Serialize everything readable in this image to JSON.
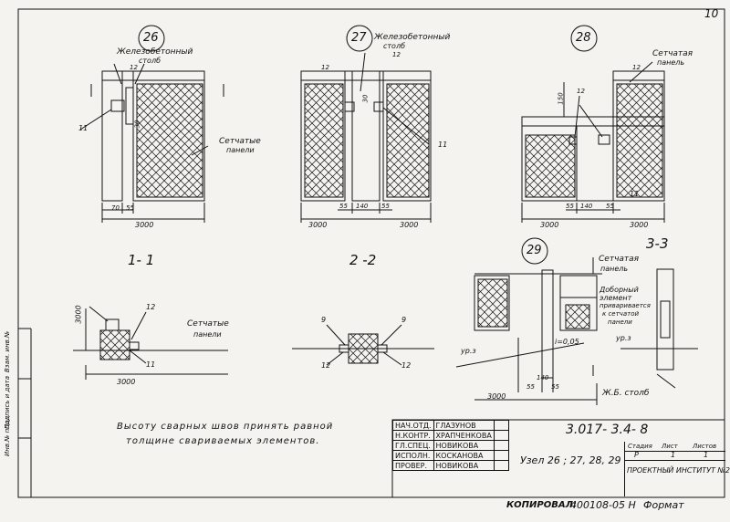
{
  "sheet": {
    "number": "10",
    "copied_label": "КОПИРОВАЛ:",
    "copied_value": "400108-05 Н",
    "format_label": "Формат"
  },
  "details": [
    {
      "id": "d26",
      "number": "26"
    },
    {
      "id": "d27",
      "number": "27"
    },
    {
      "id": "d28",
      "number": "28"
    },
    {
      "id": "d29",
      "number": "29"
    }
  ],
  "labels": {
    "rc_column_1": "Железобетонный",
    "rc_column_1b": "столб",
    "rc_column_2": "Железобетонный",
    "rc_column_2b": "столб",
    "mesh_panel_28": "Сетчатая",
    "mesh_panel_28b": "панель",
    "mesh_panels": "Сетчатые",
    "mesh_panels_b": "панели",
    "mesh_panels_sec": "Сетчатые",
    "mesh_panels_sec_b": "панели",
    "mesh_panel_29": "Сетчатая",
    "mesh_panel_29b": "панель",
    "extra_element_1": "Доборный",
    "extra_element_2": "элемент",
    "extra_element_3": "приваривается",
    "extra_element_4": "к сетчатой",
    "extra_element_5": "панели",
    "rc_post": "Ж.Б. столб",
    "ground": "ур.з",
    "ground2": "ур.з",
    "slope": "i=0,05"
  },
  "sections": {
    "s11": "1- 1",
    "s22": "2 -2",
    "s33": "3-3"
  },
  "dims": {
    "d3000a": "3000",
    "d70": "70",
    "d55a": "55",
    "d3000b": "3000",
    "d3000c": "3000",
    "d55b": "55",
    "d140a": "140",
    "d55c": "55",
    "d3000d": "3000",
    "d55d": "55",
    "d140b": "140",
    "d55e": "55",
    "d3000e": "3000",
    "d150": "150",
    "d3000f": "3000",
    "d3000g": "3000",
    "d3000h": "3000",
    "d55f": "55",
    "d140c": "140",
    "d55g": "55",
    "d30a": "30",
    "d30b": "30",
    "d12a": "12",
    "d12b": "12",
    "d12c": "12",
    "d12d": "12",
    "d12e": "12",
    "d12f": "12",
    "d11a": "11",
    "d11b": "11",
    "d11c": "11",
    "d11d": "11",
    "d9a": "9",
    "d9b": "9",
    "d12g": "12",
    "d12h": "12"
  },
  "note": {
    "line1": "Высоту сварных швов принять равной",
    "line2": "толщине свариваемых элементов."
  },
  "title_block": {
    "roles": [
      "НАЧ.ОТД.",
      "Н.КОНТР.",
      "ГЛ.СПЕЦ.",
      "ИСПОЛН.",
      "ПРОВЕР."
    ],
    "names": [
      "ГЛАЗУНОВ",
      "ХРАПЧЕНКОВА",
      "НОВИКОВА",
      "КОСКАНОВА",
      "НОВИКОВА"
    ],
    "code": "3.017- 3.4- 8",
    "title": "Узел 26 ; 27, 28, 29",
    "stage_h": "Стадия",
    "sheet_h": "Лист",
    "sheets_h": "Листов",
    "stage": "Р",
    "sheet": "1",
    "sheets": "1",
    "org": "ПРОЕКТНЫЙ ИНСТИТУТ №2"
  },
  "side_stamp": [
    "Инв.№ подл.",
    "Подпись и дата",
    "Взам. инв.№"
  ]
}
